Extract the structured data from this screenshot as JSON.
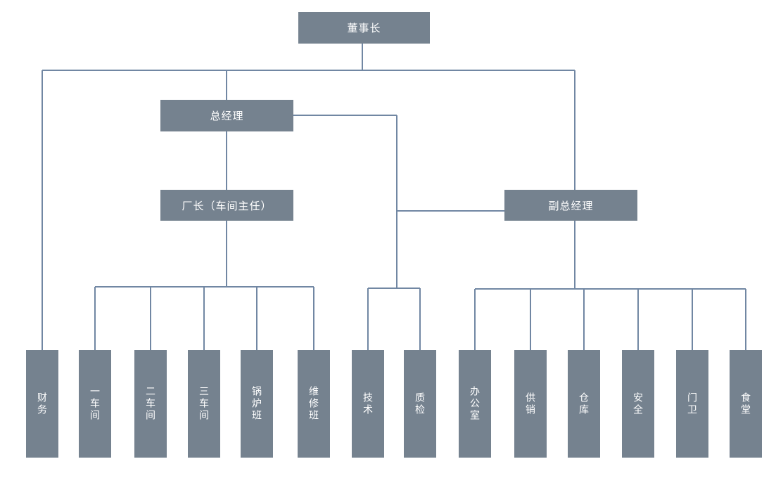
{
  "diagram": {
    "type": "org-chart",
    "background_color": "#ffffff",
    "node_fill_color": "#75828F",
    "node_text_color": "#ffffff",
    "connector_color": "#7187A3"
  },
  "nodes": [
    {
      "id": "chairman",
      "label": "董事长",
      "level": 1,
      "orientation": "horizontal"
    },
    {
      "id": "general-manager",
      "label": "总经理",
      "level": 2,
      "orientation": "horizontal"
    },
    {
      "id": "factory-director",
      "label": "厂长（车间主任）",
      "level": 3,
      "orientation": "horizontal"
    },
    {
      "id": "deputy-general-manager",
      "label": "副总经理",
      "level": 3,
      "orientation": "horizontal"
    },
    {
      "id": "finance",
      "label": "财务",
      "level": 4,
      "orientation": "vertical"
    },
    {
      "id": "workshop-1",
      "label": "一车间",
      "level": 4,
      "orientation": "vertical"
    },
    {
      "id": "workshop-2",
      "label": "二车间",
      "level": 4,
      "orientation": "vertical"
    },
    {
      "id": "workshop-3",
      "label": "三车间",
      "level": 4,
      "orientation": "vertical"
    },
    {
      "id": "boiler-team",
      "label": "锅炉班",
      "level": 4,
      "orientation": "vertical"
    },
    {
      "id": "maintenance-team",
      "label": "维修班",
      "level": 4,
      "orientation": "vertical"
    },
    {
      "id": "technology",
      "label": "技术",
      "level": 4,
      "orientation": "vertical"
    },
    {
      "id": "quality-inspection",
      "label": "质检",
      "level": 4,
      "orientation": "vertical"
    },
    {
      "id": "office",
      "label": "办公室",
      "level": 4,
      "orientation": "vertical"
    },
    {
      "id": "supply-sales",
      "label": "供销",
      "level": 4,
      "orientation": "vertical"
    },
    {
      "id": "warehouse",
      "label": "仓库",
      "level": 4,
      "orientation": "vertical"
    },
    {
      "id": "safety",
      "label": "安全",
      "level": 4,
      "orientation": "vertical"
    },
    {
      "id": "gatekeeper",
      "label": "门卫",
      "level": 4,
      "orientation": "vertical"
    },
    {
      "id": "canteen",
      "label": "食堂",
      "level": 4,
      "orientation": "vertical"
    }
  ],
  "edges": [
    {
      "from": "chairman",
      "to": "general-manager"
    },
    {
      "from": "chairman",
      "to": "finance"
    },
    {
      "from": "chairman",
      "to": "deputy-general-manager"
    },
    {
      "from": "general-manager",
      "to": "factory-director"
    },
    {
      "from": "general-manager",
      "to": "technology"
    },
    {
      "from": "general-manager",
      "to": "quality-inspection"
    },
    {
      "from": "general-manager",
      "to": "deputy-general-manager"
    },
    {
      "from": "factory-director",
      "to": "workshop-1"
    },
    {
      "from": "factory-director",
      "to": "workshop-2"
    },
    {
      "from": "factory-director",
      "to": "workshop-3"
    },
    {
      "from": "factory-director",
      "to": "boiler-team"
    },
    {
      "from": "factory-director",
      "to": "maintenance-team"
    },
    {
      "from": "deputy-general-manager",
      "to": "office"
    },
    {
      "from": "deputy-general-manager",
      "to": "supply-sales"
    },
    {
      "from": "deputy-general-manager",
      "to": "warehouse"
    },
    {
      "from": "deputy-general-manager",
      "to": "safety"
    },
    {
      "from": "deputy-general-manager",
      "to": "gatekeeper"
    },
    {
      "from": "deputy-general-manager",
      "to": "canteen"
    }
  ]
}
